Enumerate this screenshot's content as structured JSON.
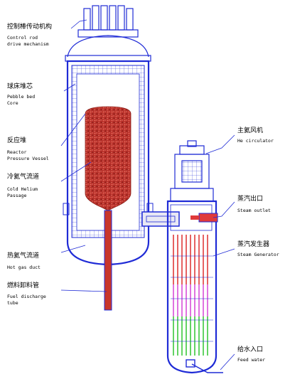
{
  "labels": {
    "crdm_cn": "控制棒传动机构",
    "crdm_en1": "Control rod",
    "crdm_en2": "drive mechanism",
    "pebble_cn": "球床堆芯",
    "pebble_en1": "Pebble bed",
    "pebble_en2": "Core",
    "rpv_cn": "反应堆",
    "rpv_en1": "Reactor",
    "rpv_en2": "Pressure Vessel",
    "cold_cn": "冷氦气流道",
    "cold_en1": "Cold Helium",
    "cold_en2": "Passage",
    "hot_cn": "热氦气流道",
    "hot_en": "Hot gas duct",
    "fuel_cn": "燃料卸料管",
    "fuel_en1": "Fuel discharge",
    "fuel_en2": "tube",
    "circ_cn": "主氦风机",
    "circ_en": "He circulator",
    "steam_out_cn": "蒸汽出口",
    "steam_out_en": "Steam outlet",
    "sg_cn": "蒸汽发生器",
    "sg_en": "Steam Generator",
    "feed_cn": "给水入口",
    "feed_en": "Feed water"
  },
  "colors": {
    "outline": "#1f2bd6",
    "core": "#c8362a",
    "tube_red": "#e03a3a",
    "tube_magenta": "#d94fd9",
    "tube_green": "#3cc83c",
    "leader": "#1f2bd6"
  }
}
